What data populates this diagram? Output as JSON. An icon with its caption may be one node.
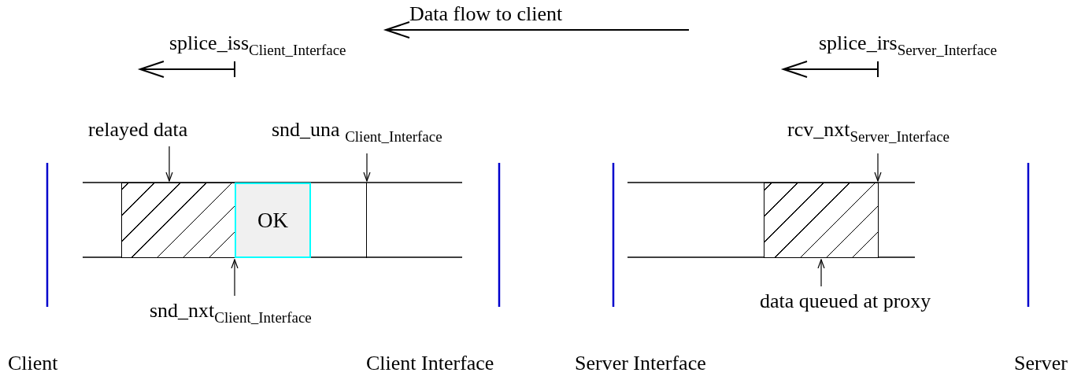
{
  "diagram": {
    "nodes": [
      {
        "text": [
          "relayed data"
        ]
      },
      {
        "text": [],
        "shape": "box"
      },
      {
        "text": [
          "OK"
        ]
      },
      {
        "text": [
          "snd_una $_{Client_Interface}$"
        ]
      },
      {
        "text": [
          "snd_nxt$_{Client_Interface}$"
        ]
      },
      {
        "text": [
          "rcv_nxt$_{Server_Interface}$"
        ]
      },
      {
        "text": [],
        "shape": "box"
      },
      {
        "text": [
          "data queued at proxy"
        ]
      },
      {
        "text": [],
        "shape": "bar"
      }
    ],
    "edges": [
      {
        "from": 0,
        "to": 1,
        "arrow": "to"
      },
      {
        "from": 3,
        "to": 8,
        "arrow": "to"
      },
      {
        "from": 4,
        "to": 2,
        "arrow": "to"
      },
      {
        "from": 5,
        "to": 6,
        "arrow": "to"
      },
      {
        "from": 7,
        "to": 6,
        "arrow": "to"
      }
    ],
    "labels": [
      "Data flow to client",
      "splice_iss$_{Client_Interface}$",
      "splice_irs$_{Server_Interface}$",
      "Client",
      "Client Interface",
      "Server Interface",
      "Server"
    ]
  }
}
